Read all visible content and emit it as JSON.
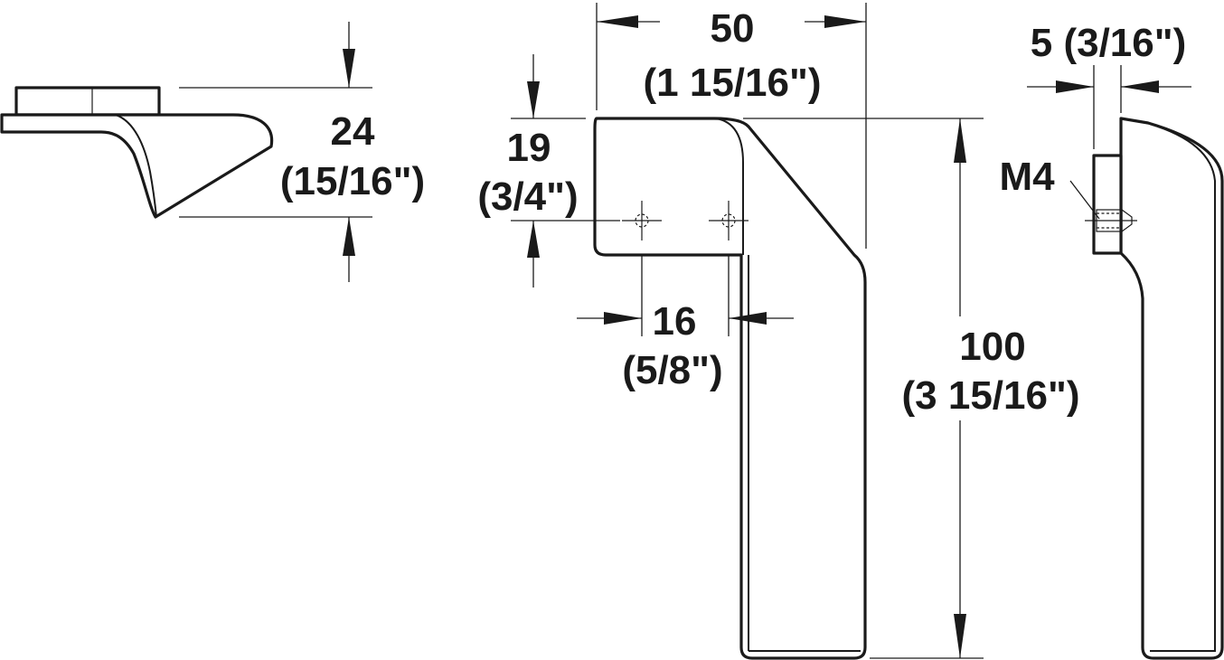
{
  "labels": {
    "height_mm": "24",
    "height_in": "(15/16\")",
    "width_mm": "50",
    "width_in": "(1 15/16\")",
    "top_mm": "19",
    "top_in": "(3/4\")",
    "hole_spacing_mm": "16",
    "hole_spacing_in": "(5/8\")",
    "length_mm": "100",
    "length_in": "(3 15/16\")",
    "thickness": "5 (3/16\")",
    "thread": "M4"
  }
}
